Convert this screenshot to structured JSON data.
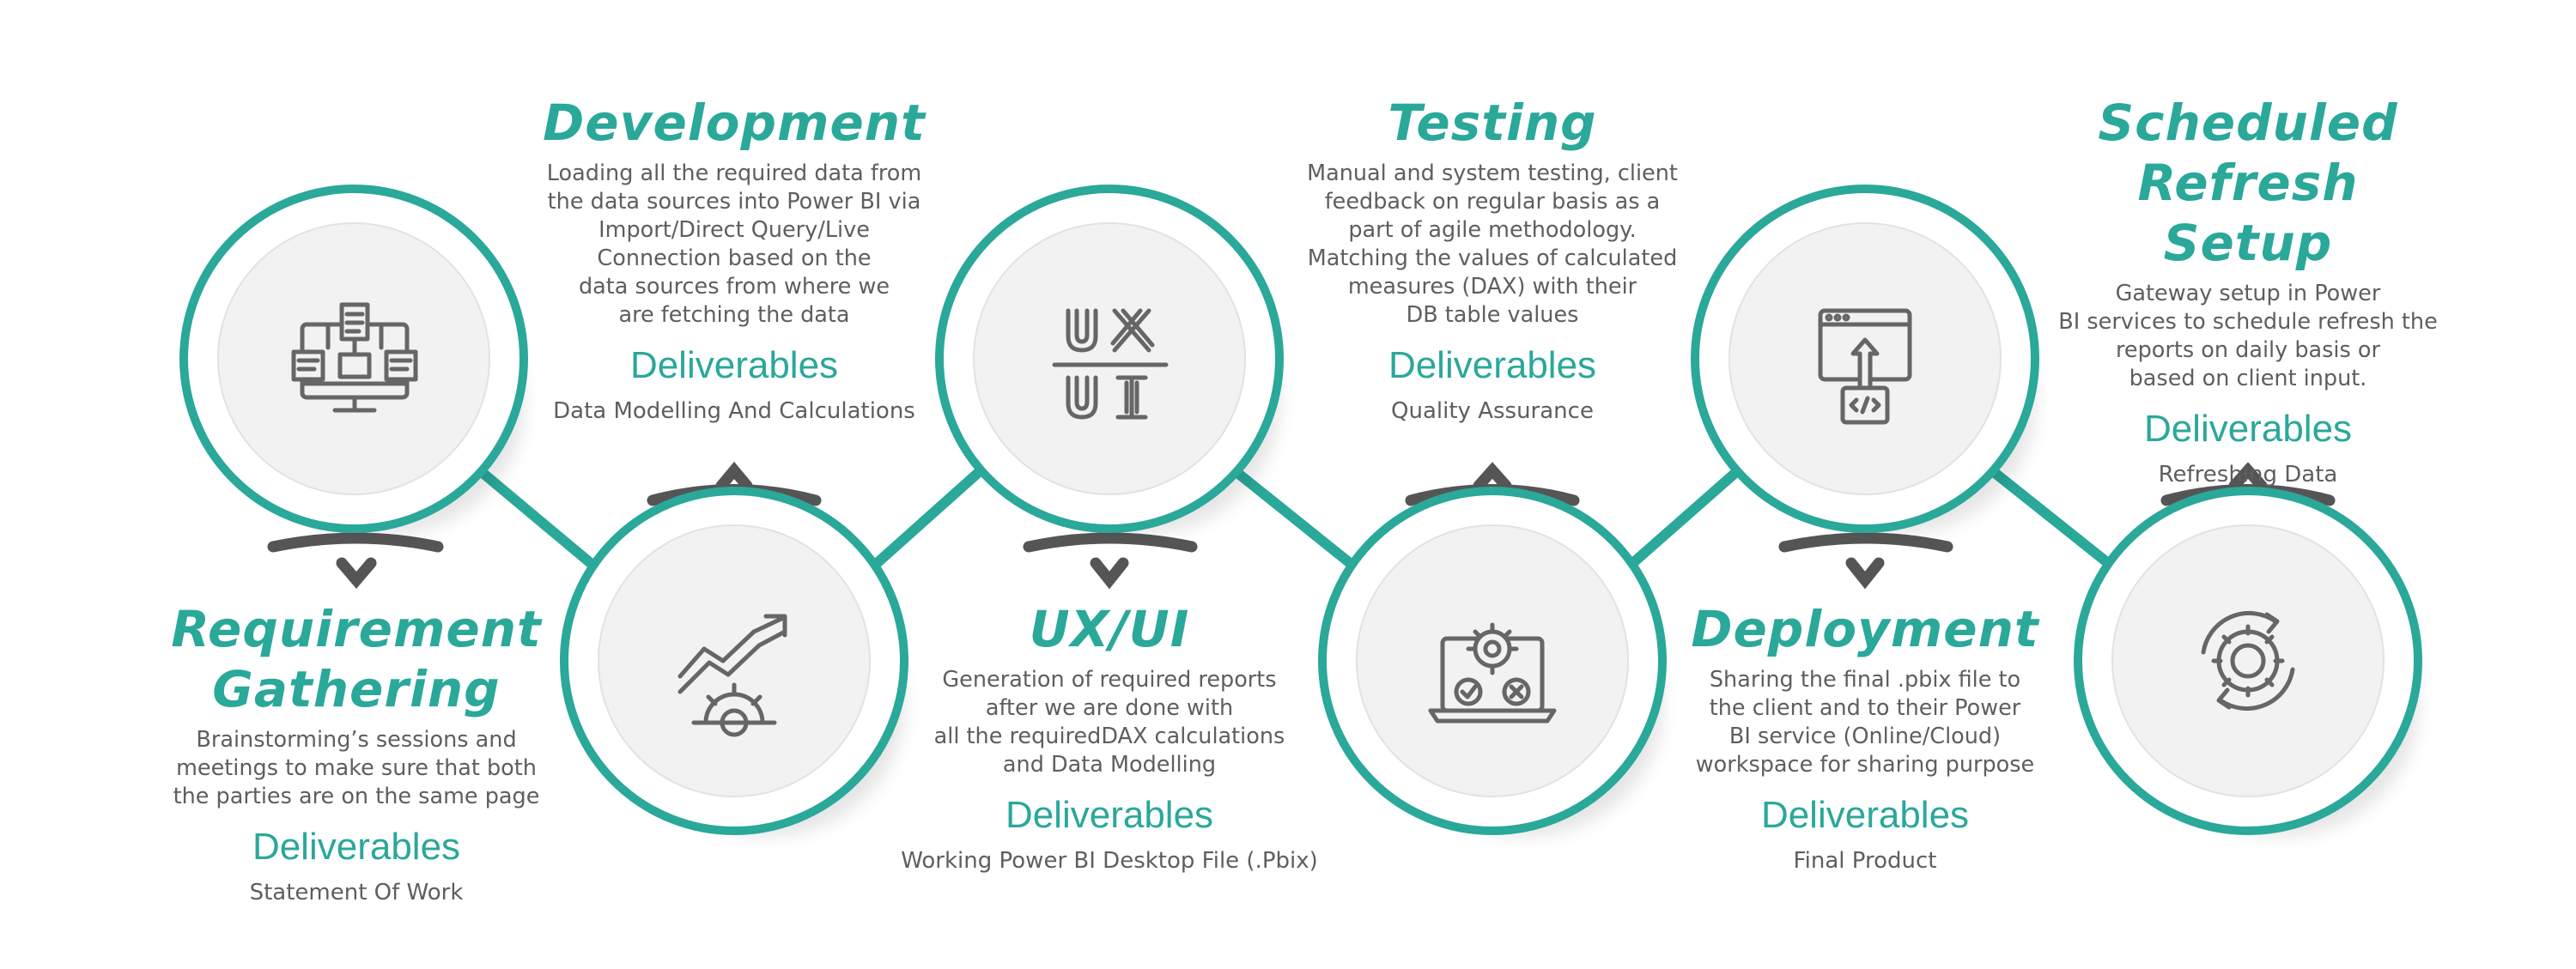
{
  "colors": {
    "accent": "#2aa89a",
    "bracket": "#555555",
    "icon": "#666666",
    "text": "#5e5e5e",
    "circle": "#f2f2f2"
  },
  "steps": [
    {
      "title_lines": [
        "Requirement",
        "Gathering"
      ],
      "description_lines": [
        "Brainstorming’s sessions and",
        "meetings to make sure that both",
        "the parties are on the same page"
      ],
      "deliverables_label": "Deliverables",
      "deliverable": "Statement Of Work",
      "icon": "monitor-dataflow-icon"
    },
    {
      "title_lines": [
        "Development"
      ],
      "description_lines": [
        "Loading all the required data from",
        "the data sources into Power BI via",
        "Import/Direct Query/Live",
        "Connection based on the",
        "data sources from where we",
        "are fetching the data"
      ],
      "deliverables_label": "Deliverables",
      "deliverable": "Data Modelling And Calculations",
      "icon": "chart-arrow-gear-icon"
    },
    {
      "title_lines": [
        "UX/UI"
      ],
      "description_lines": [
        "Generation of required reports",
        "after we are done with",
        "all the requiredDAX calculations",
        "and Data Modelling"
      ],
      "deliverables_label": "Deliverables",
      "deliverable": "Working Power BI Desktop File (.Pbix)",
      "icon": "ux-ui-text-icon"
    },
    {
      "title_lines": [
        "Testing"
      ],
      "description_lines": [
        "Manual and system testing, client",
        "feedback on regular basis as a",
        "part of agile methodology.",
        "Matching the values of calculated",
        "measures (DAX) with their",
        "DB table values"
      ],
      "deliverables_label": "Deliverables",
      "deliverable": "Quality Assurance",
      "icon": "laptop-gear-check-icon"
    },
    {
      "title_lines": [
        "Deployment"
      ],
      "description_lines": [
        "Sharing the final .pbix file to",
        "the client and to their Power",
        "BI service (Online/Cloud)",
        "workspace for sharing purpose"
      ],
      "deliverables_label": "Deliverables",
      "deliverable": "Final Product",
      "icon": "browser-upload-code-icon"
    },
    {
      "title_lines": [
        "Scheduled Refresh",
        "Setup"
      ],
      "description_lines": [
        "Gateway setup in Power",
        "BI services to schedule refresh the",
        "reports on daily basis or",
        "based on client input."
      ],
      "deliverables_label": "Deliverables",
      "deliverable": "Refreshing Data",
      "icon": "gear-refresh-icon"
    }
  ]
}
